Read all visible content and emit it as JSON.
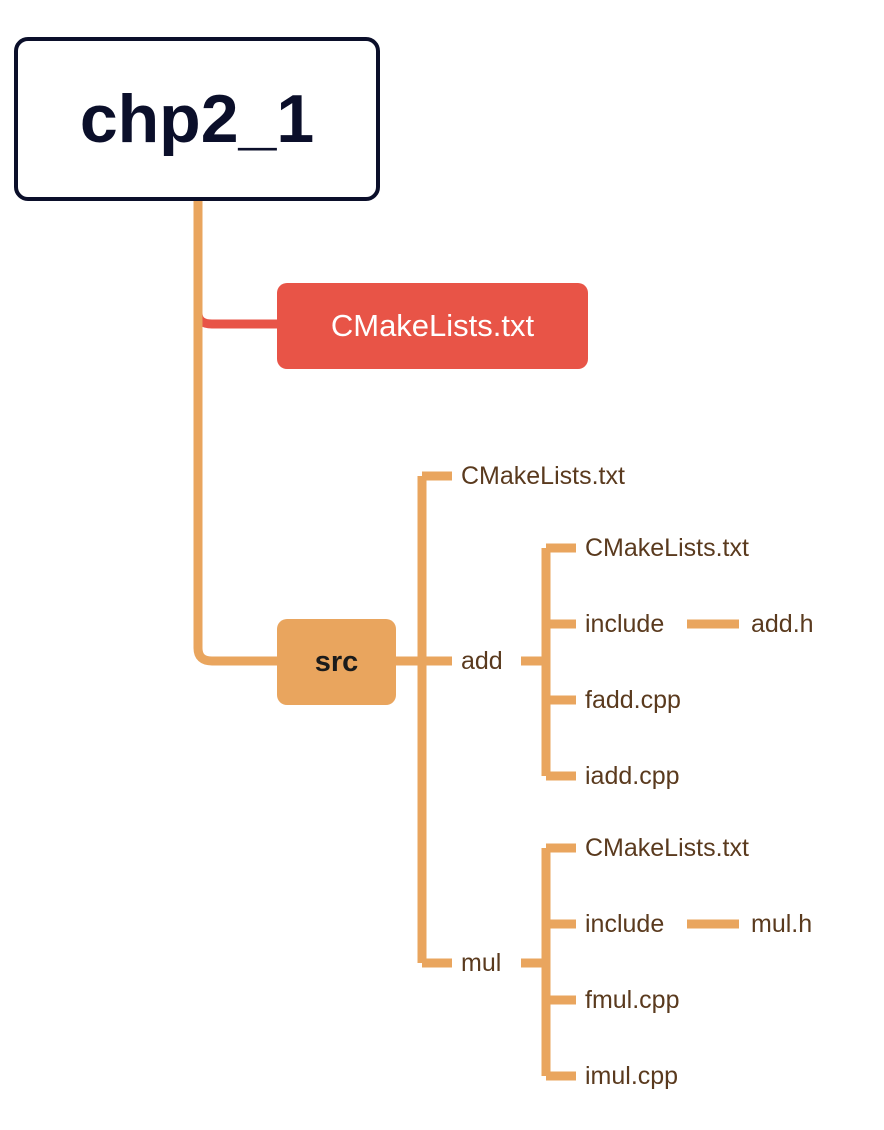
{
  "root": {
    "label": "chp2_1"
  },
  "top_cmake": {
    "label": "CMakeLists.txt"
  },
  "src": {
    "label": "src",
    "cmake": "CMakeLists.txt",
    "add": {
      "label": "add",
      "cmake": "CMakeLists.txt",
      "include": {
        "label": "include",
        "file": "add.h"
      },
      "fadd": "fadd.cpp",
      "iadd": "iadd.cpp"
    },
    "mul": {
      "label": "mul",
      "cmake": "CMakeLists.txt",
      "include": {
        "label": "include",
        "file": "mul.h"
      },
      "fmul": "fmul.cpp",
      "imul": "imul.cpp"
    }
  },
  "colors": {
    "root_border": "#0b0f2a",
    "cmake_fill": "#e85447",
    "src_fill": "#e9a55e",
    "connector": "#e9a55e",
    "leaf_text": "#5a3a1e"
  }
}
